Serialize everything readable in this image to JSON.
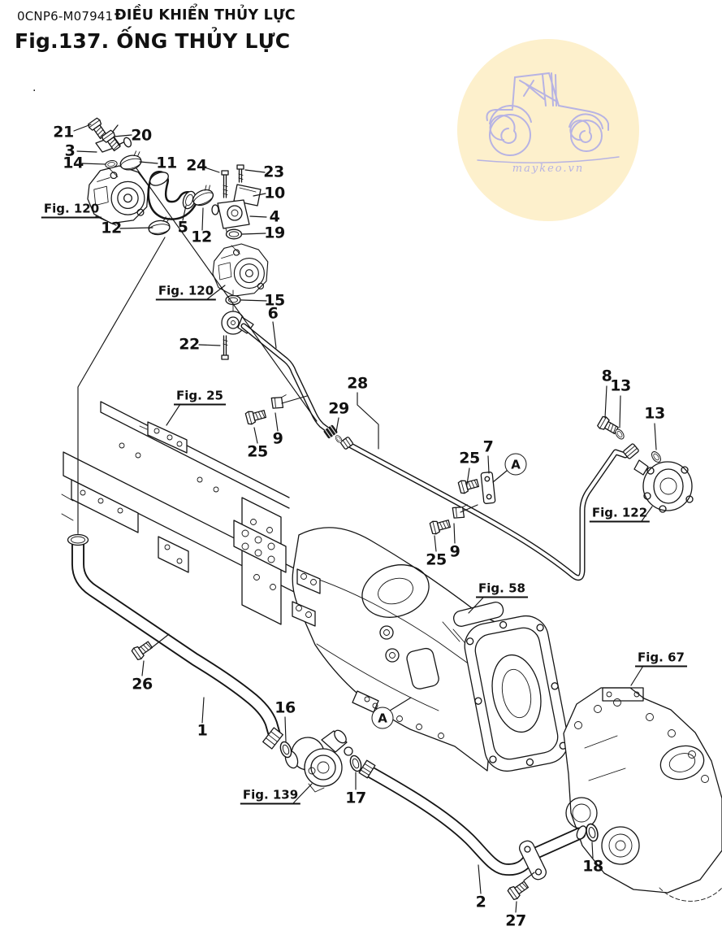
{
  "header": {
    "doc_code": "0CNP6-M07941",
    "section_title": "ĐIỀU KHIỂN THỦY LỰC",
    "figure_title": "Fig.137.  ỐNG THỦY LỰC"
  },
  "watermark": {
    "text": "maykeo.vn",
    "circle_color": "#fdf0cc",
    "line_color": "#b7b3e3"
  },
  "figure_refs": {
    "fig120a": "Fig. 120",
    "fig120b": "Fig. 120",
    "fig25": "Fig. 25",
    "fig58": "Fig. 58",
    "fig67": "Fig. 67",
    "fig122": "Fig. 122",
    "fig139": "Fig. 139"
  },
  "view_markers": {
    "a1": "A",
    "a2": "A"
  },
  "part_labels": {
    "p21": "21",
    "p20": "20",
    "p3": "3",
    "p14": "14",
    "p11": "11",
    "p24": "24",
    "p23": "23",
    "p10": "10",
    "p4": "4",
    "p19": "19",
    "p12a": "12",
    "p5": "5",
    "p12b": "12",
    "p15": "15",
    "p6": "6",
    "p22": "22",
    "p25a": "25",
    "p9a": "9",
    "p28": "28",
    "p29": "29",
    "p8": "8",
    "p13a": "13",
    "p13b": "13",
    "p25b": "25",
    "p7": "7",
    "p9b": "9",
    "p25c": "25",
    "p26": "26",
    "p1": "1",
    "p16": "16",
    "p17": "17",
    "p2": "2",
    "p27": "27",
    "p18": "18"
  },
  "misc": {
    "corner_mark": "."
  }
}
